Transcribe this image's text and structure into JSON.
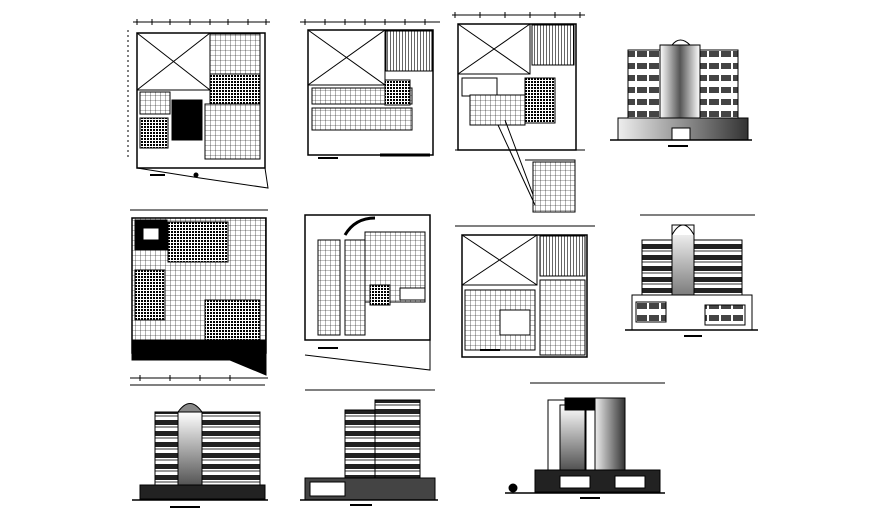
{
  "sheet": {
    "drawings": [
      {
        "id": "plan-1",
        "type": "floor-plan"
      },
      {
        "id": "plan-2",
        "type": "floor-plan"
      },
      {
        "id": "plan-3",
        "type": "floor-plan"
      },
      {
        "id": "elevation-1",
        "type": "elevation"
      },
      {
        "id": "plan-4",
        "type": "floor-plan"
      },
      {
        "id": "plan-5",
        "type": "floor-plan"
      },
      {
        "id": "plan-6",
        "type": "floor-plan"
      },
      {
        "id": "elevation-2",
        "type": "elevation"
      },
      {
        "id": "elevation-3",
        "type": "elevation"
      },
      {
        "id": "section-1",
        "type": "section"
      },
      {
        "id": "elevation-4",
        "type": "elevation"
      }
    ],
    "colors": {
      "ink": "#000000",
      "paper": "#ffffff",
      "hatch": "#555555"
    }
  }
}
